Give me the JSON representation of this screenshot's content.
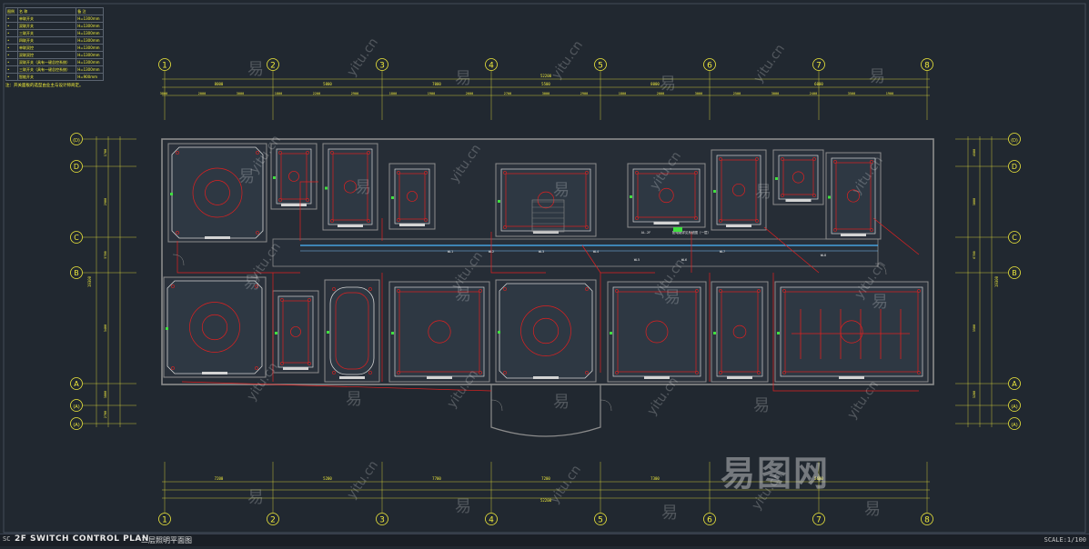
{
  "title_block": {
    "code": "SC",
    "title_en": "2F SWITCH CONTROL  PLAN",
    "title_cn": "二层照明平面图",
    "scale": "SCALE:1/100"
  },
  "legend": {
    "headers": [
      "图例",
      "名 称",
      "备 注"
    ],
    "rows": [
      [
        "单联开关",
        "H=1300mm"
      ],
      [
        "双联开关",
        "H=1300mm"
      ],
      [
        "三联开关",
        "H=1300mm"
      ],
      [
        "四联开关",
        "H=1300mm"
      ],
      [
        "单联双控",
        "H=1300mm"
      ],
      [
        "双联双控",
        "H=1300mm"
      ],
      [
        "双联开关（具有一键总控系统）",
        "H=1300mm"
      ],
      [
        "三联开关（具有一键总控系统）",
        "H=1300mm"
      ],
      [
        "智能开关",
        "H=900mm"
      ]
    ],
    "note": "注：开关面板的选型由业主与设计师商定。"
  },
  "grid": {
    "columns": [
      "1",
      "2",
      "3",
      "4",
      "5",
      "6",
      "7",
      "8"
    ],
    "rows_left": [
      "(D)",
      "D",
      "C",
      "B",
      "A",
      "(A)",
      "(A)"
    ],
    "rows_right": [
      "(D)",
      "D",
      "C",
      "B",
      "A",
      "(A)",
      "(A)"
    ]
  },
  "dimensions": {
    "top_total": "52200",
    "top_bays": [
      "8000",
      "5800",
      "7000",
      "5500",
      "8000",
      "6000"
    ],
    "bottom_total": "52200",
    "bottom_bays": [
      "7200",
      "5200",
      "7700",
      "7200",
      "7300",
      "5600"
    ],
    "top_sub": [
      "3800",
      "2000",
      "3000",
      "1800",
      "2200",
      "2900",
      "1800",
      "1900",
      "2600",
      "2700",
      "3000",
      "2900",
      "1800",
      "2000",
      "3000",
      "2500",
      "3000",
      "2400",
      "3500",
      "1900"
    ],
    "left_total": "19300",
    "left_bays": [
      "1700",
      "2900",
      "5700",
      "3400",
      "3800",
      "2700"
    ],
    "right_total": "19300",
    "right_bays": [
      "4500",
      "3000",
      "6700",
      "3500",
      "3200"
    ]
  },
  "circuit_labels": [
    "WL1",
    "WL2",
    "WL3",
    "WL4",
    "WL5",
    "WL6",
    "WL7",
    "WL8",
    "AL-2F",
    "配电箱详见系统图（一层）"
  ],
  "watermark": {
    "brand": "易图网",
    "glyph": "易",
    "url": "yitu.cn"
  },
  "colors": {
    "background": "#212830",
    "wall": "#8c8c8c",
    "wiring": "#e02020",
    "fixture": "#d4d4d4",
    "dimension": "#f0ea3c",
    "grid_bubble": "#f0ea3c",
    "switch": "#3fe03f",
    "corridor": "#4db7ff"
  }
}
